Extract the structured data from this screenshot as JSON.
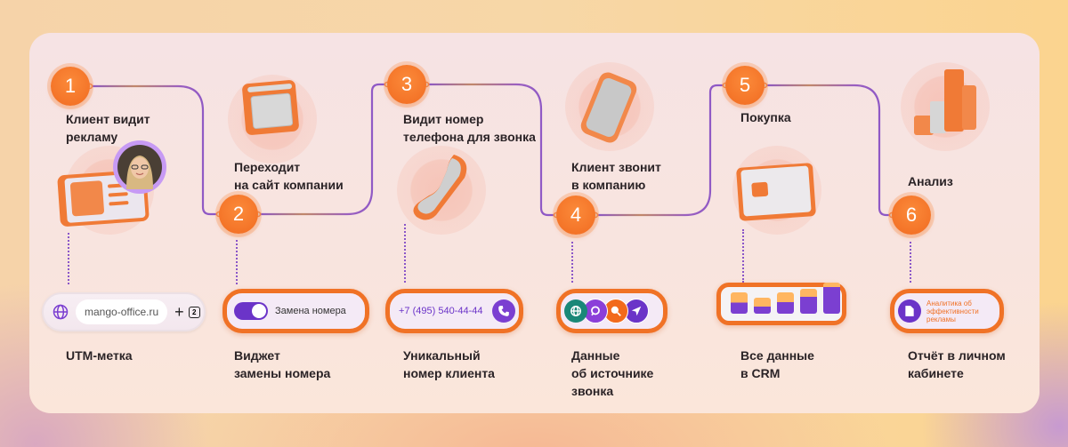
{
  "colors": {
    "accent_orange": "#f47428",
    "accent_purple": "#7b3fd1",
    "line_purple": "#8a56c8",
    "text_dark": "#2a2326"
  },
  "steps": [
    {
      "number": "1",
      "label": "Клиент видит\nрекламу",
      "icon": "ad-card-icon"
    },
    {
      "number": "2",
      "label": "Переходит\nна сайт компании",
      "icon": "browser-window-icon"
    },
    {
      "number": "3",
      "label": "Видит номер\nтелефона для звонка",
      "icon": "phone-handset-icon"
    },
    {
      "number": "4",
      "label": "Клиент звонит\nв компанию",
      "icon": "mobile-phone-icon"
    },
    {
      "number": "5",
      "label": "Покупка",
      "icon": "bank-card-icon"
    },
    {
      "number": "6",
      "label": "Анализ",
      "icon": "bar-chart-icon"
    }
  ],
  "details": [
    {
      "widget": {
        "url": "mango-office.ru",
        "plus": "+",
        "tab_count": "2",
        "icon": "globe-icon"
      },
      "caption": "UTM-метка"
    },
    {
      "widget": {
        "toggle_label": "Замена номера",
        "toggle_state": "on"
      },
      "caption": "Виджет\nзамены номера"
    },
    {
      "widget": {
        "phone": "+7 (495) 540-44-44",
        "icon": "phone-call-icon"
      },
      "caption": "Уникальный\nномер клиента"
    },
    {
      "widget": {
        "icons": [
          "globe-icon",
          "chat-icon",
          "search-icon",
          "navigation-arrow-icon"
        ]
      },
      "caption": "Данные\nоб источнике\nзвонка"
    },
    {
      "widget": {
        "bars": [
          {
            "total": 30,
            "purple": 14
          },
          {
            "total": 23,
            "purple": 10
          },
          {
            "total": 31,
            "purple": 16
          },
          {
            "total": 36,
            "purple": 24
          },
          {
            "total": 44,
            "purple": 38
          }
        ]
      },
      "caption": "Все данные\nв CRM"
    },
    {
      "widget": {
        "report_text": "Аналитика об\nэффективности\nрекламы",
        "icon": "document-icon"
      },
      "caption": "Отчёт в личном\nкабинете"
    }
  ]
}
